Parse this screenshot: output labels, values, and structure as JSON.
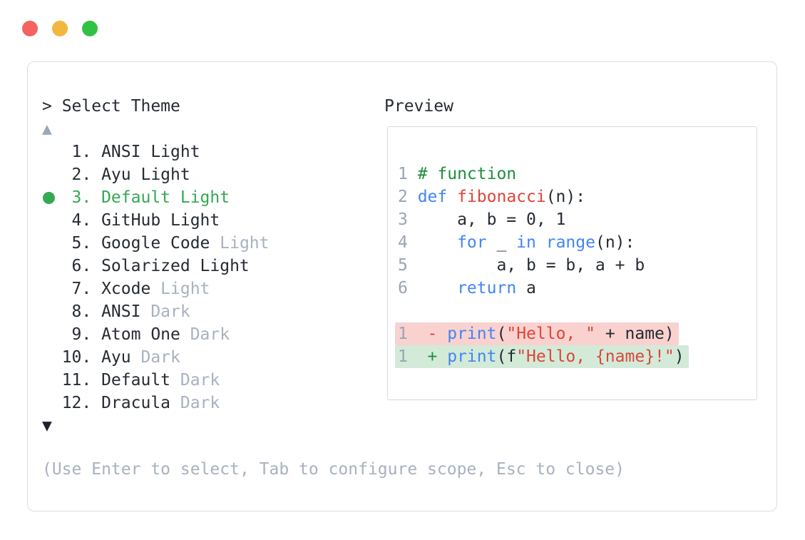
{
  "window": {
    "traffic_lights": [
      {
        "name": "close",
        "color": "#f4635d"
      },
      {
        "name": "minimize",
        "color": "#f3b63e"
      },
      {
        "name": "zoom",
        "color": "#31c144"
      }
    ]
  },
  "theme_picker": {
    "prompt": "> Select Theme",
    "scroll_up_indicator": "▲",
    "scroll_down_indicator": "▼",
    "items": [
      {
        "num_label": " 1.",
        "name": "ANSI",
        "variant": "Light",
        "variant_muted": false,
        "selected": false
      },
      {
        "num_label": " 2.",
        "name": "Ayu",
        "variant": "Light",
        "variant_muted": false,
        "selected": false
      },
      {
        "num_label": " 3.",
        "name": "Default",
        "variant": "Light",
        "variant_muted": false,
        "selected": true
      },
      {
        "num_label": " 4.",
        "name": "GitHub",
        "variant": "Light",
        "variant_muted": false,
        "selected": false
      },
      {
        "num_label": " 5.",
        "name": "Google Code",
        "variant": "Light",
        "variant_muted": true,
        "selected": false
      },
      {
        "num_label": " 6.",
        "name": "Solarized",
        "variant": "Light",
        "variant_muted": false,
        "selected": false
      },
      {
        "num_label": " 7.",
        "name": "Xcode",
        "variant": "Light",
        "variant_muted": true,
        "selected": false
      },
      {
        "num_label": " 8.",
        "name": "ANSI",
        "variant": "Dark",
        "variant_muted": true,
        "selected": false
      },
      {
        "num_label": " 9.",
        "name": "Atom One",
        "variant": "Dark",
        "variant_muted": true,
        "selected": false
      },
      {
        "num_label": "10.",
        "name": "Ayu",
        "variant": "Dark",
        "variant_muted": true,
        "selected": false
      },
      {
        "num_label": "11.",
        "name": "Default",
        "variant": "Dark",
        "variant_muted": true,
        "selected": false
      },
      {
        "num_label": "12.",
        "name": "Dracula",
        "variant": "Dark",
        "variant_muted": true,
        "selected": false
      }
    ],
    "help_text": "(Use Enter to select, Tab to configure scope, Esc to close)"
  },
  "preview": {
    "title": "Preview",
    "code_lines": [
      {
        "num": "1",
        "diff": "",
        "segments": [
          {
            "t": "# function",
            "c": "comment"
          }
        ]
      },
      {
        "num": "2",
        "diff": "",
        "segments": [
          {
            "t": "def ",
            "c": "kw"
          },
          {
            "t": "fibonacci",
            "c": "fn"
          },
          {
            "t": "(n):",
            "c": "plain"
          }
        ]
      },
      {
        "num": "3",
        "diff": "",
        "segments": [
          {
            "t": "    a, b = 0, 1",
            "c": "plain"
          }
        ]
      },
      {
        "num": "4",
        "diff": "",
        "segments": [
          {
            "t": "    ",
            "c": "plain"
          },
          {
            "t": "for",
            "c": "kw"
          },
          {
            "t": " _ ",
            "c": "plain"
          },
          {
            "t": "in",
            "c": "kw"
          },
          {
            "t": " ",
            "c": "plain"
          },
          {
            "t": "range",
            "c": "kw"
          },
          {
            "t": "(n):",
            "c": "plain"
          }
        ]
      },
      {
        "num": "5",
        "diff": "",
        "segments": [
          {
            "t": "        a, b = b, a + b",
            "c": "plain"
          }
        ]
      },
      {
        "num": "6",
        "diff": "",
        "segments": [
          {
            "t": "    ",
            "c": "plain"
          },
          {
            "t": "return",
            "c": "kw"
          },
          {
            "t": " a",
            "c": "plain"
          }
        ]
      },
      {
        "num": "",
        "diff": "",
        "segments": []
      },
      {
        "num": "1",
        "diff": "removed",
        "segments": [
          {
            "t": " - ",
            "c": "minus"
          },
          {
            "t": "print",
            "c": "kw"
          },
          {
            "t": "(",
            "c": "plain"
          },
          {
            "t": "\"Hello, \"",
            "c": "str"
          },
          {
            "t": " + name)",
            "c": "plain"
          }
        ]
      },
      {
        "num": "1",
        "diff": "added",
        "segments": [
          {
            "t": " + ",
            "c": "plus"
          },
          {
            "t": "print",
            "c": "kw"
          },
          {
            "t": "(f",
            "c": "plain"
          },
          {
            "t": "\"Hello, {name}!\"",
            "c": "str"
          },
          {
            "t": ")",
            "c": "plain"
          }
        ]
      }
    ]
  },
  "colors": {
    "selected_green": "#34a853",
    "comment_green": "#1e8e3e",
    "keyword_blue": "#4285f4",
    "function_red": "#df4538",
    "string_red": "#df4538",
    "muted_gray": "#a8b1bf",
    "text_dark": "#262b33",
    "diff_removed_bg": "#f9d2cf",
    "diff_added_bg": "#d3ead9",
    "traffic_red": "#f4635d",
    "traffic_yellow": "#f3b63e",
    "traffic_green": "#31c144"
  }
}
